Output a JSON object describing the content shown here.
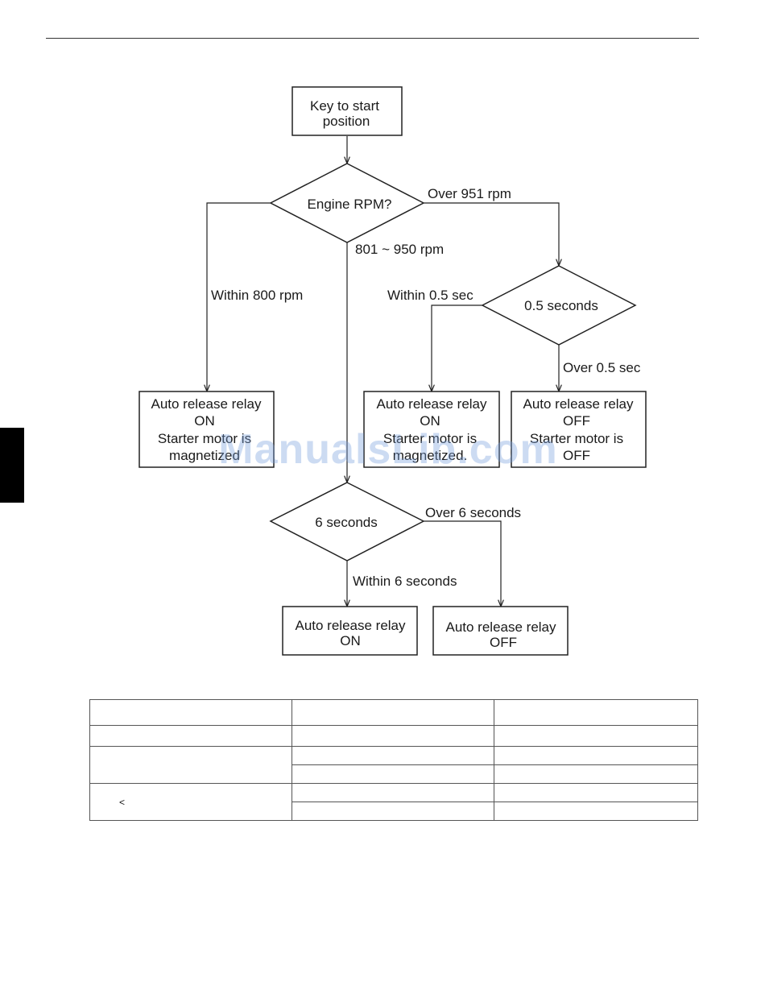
{
  "flowchart": {
    "nodes": {
      "start": [
        "Key to start",
        "position"
      ],
      "rpm_decision": "Engine RPM?",
      "half_second_decision": "0.5 seconds",
      "six_second_decision": "6 seconds",
      "box_low_rpm": [
        "Auto release relay",
        "ON",
        "Starter motor is",
        "magnetized"
      ],
      "box_within_half": [
        "Auto release relay",
        "ON",
        "Starter motor is",
        "magnetized."
      ],
      "box_over_half": [
        "Auto release relay",
        "OFF",
        "Starter motor is",
        "OFF"
      ],
      "box_within_six": [
        "Auto release relay",
        "ON"
      ],
      "box_over_six": [
        "Auto release relay",
        "OFF"
      ]
    },
    "edge_labels": {
      "over_951": "Over 951 rpm",
      "range_801_950": "801 ~ 950 rpm",
      "within_800": "Within 800 rpm",
      "within_half": "Within 0.5 sec",
      "over_half": "Over 0.5 sec",
      "over_six": "Over 6 seconds",
      "within_six": "Within 6 seconds"
    }
  },
  "watermark": "ManualsLib.com",
  "table": {
    "rows": [
      [
        "",
        "",
        ""
      ],
      [
        "",
        "",
        ""
      ],
      [
        "",
        "",
        ""
      ],
      [
        "",
        "",
        ""
      ],
      [
        "<",
        "",
        ""
      ],
      [
        "",
        "",
        ""
      ]
    ]
  },
  "colors": {
    "line": "#222222",
    "watermark": "#78a0dc",
    "side_tab": "#000000"
  }
}
